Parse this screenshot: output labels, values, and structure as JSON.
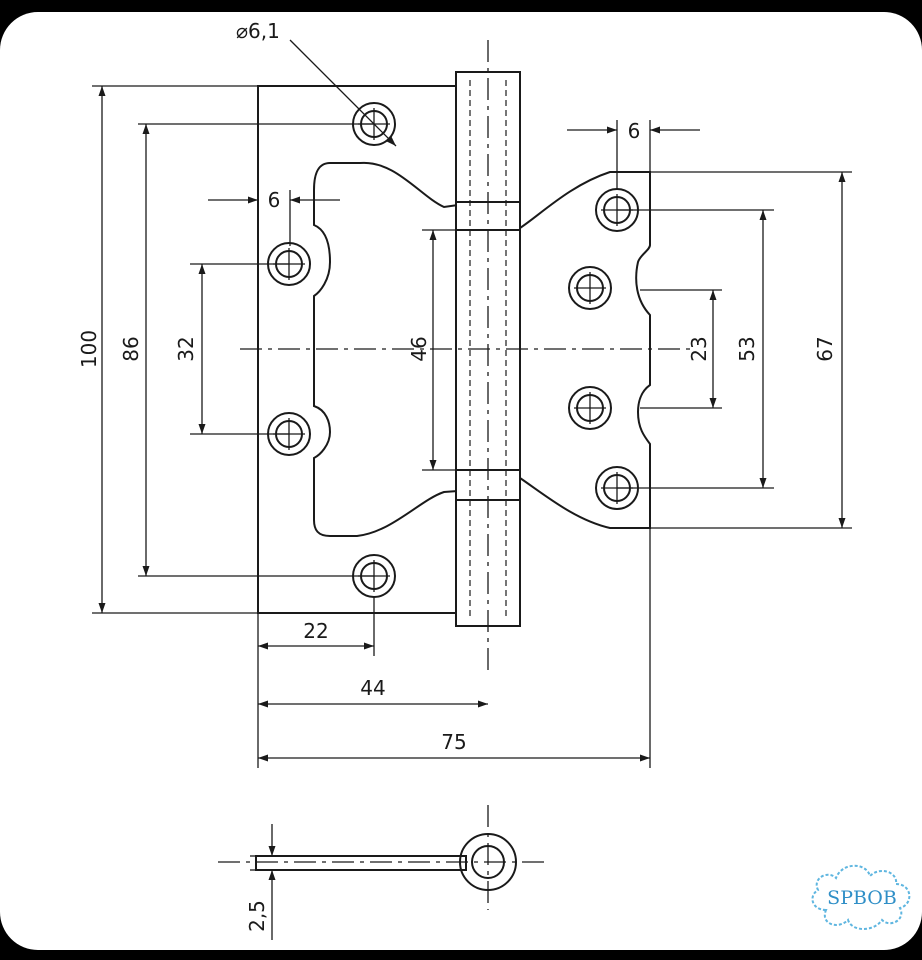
{
  "diagram": {
    "dimensions": {
      "hole_diameter": "⌀6,1",
      "top_spacing": "6",
      "left_spacing": "6",
      "height_total": "100",
      "height_outer_holes": "86",
      "height_inner_holes": "32",
      "height_knuckle": "46",
      "right_inner": "23",
      "right_mid": "53",
      "right_outer": "67",
      "width_22": "22",
      "width_44": "44",
      "width_75": "75",
      "thickness": "2,5"
    },
    "watermark": "SPBOB",
    "colors": {
      "background": "#000000",
      "paper": "#ffffff",
      "line": "#1a1a1a",
      "watermark": "#2f8fc7"
    }
  }
}
